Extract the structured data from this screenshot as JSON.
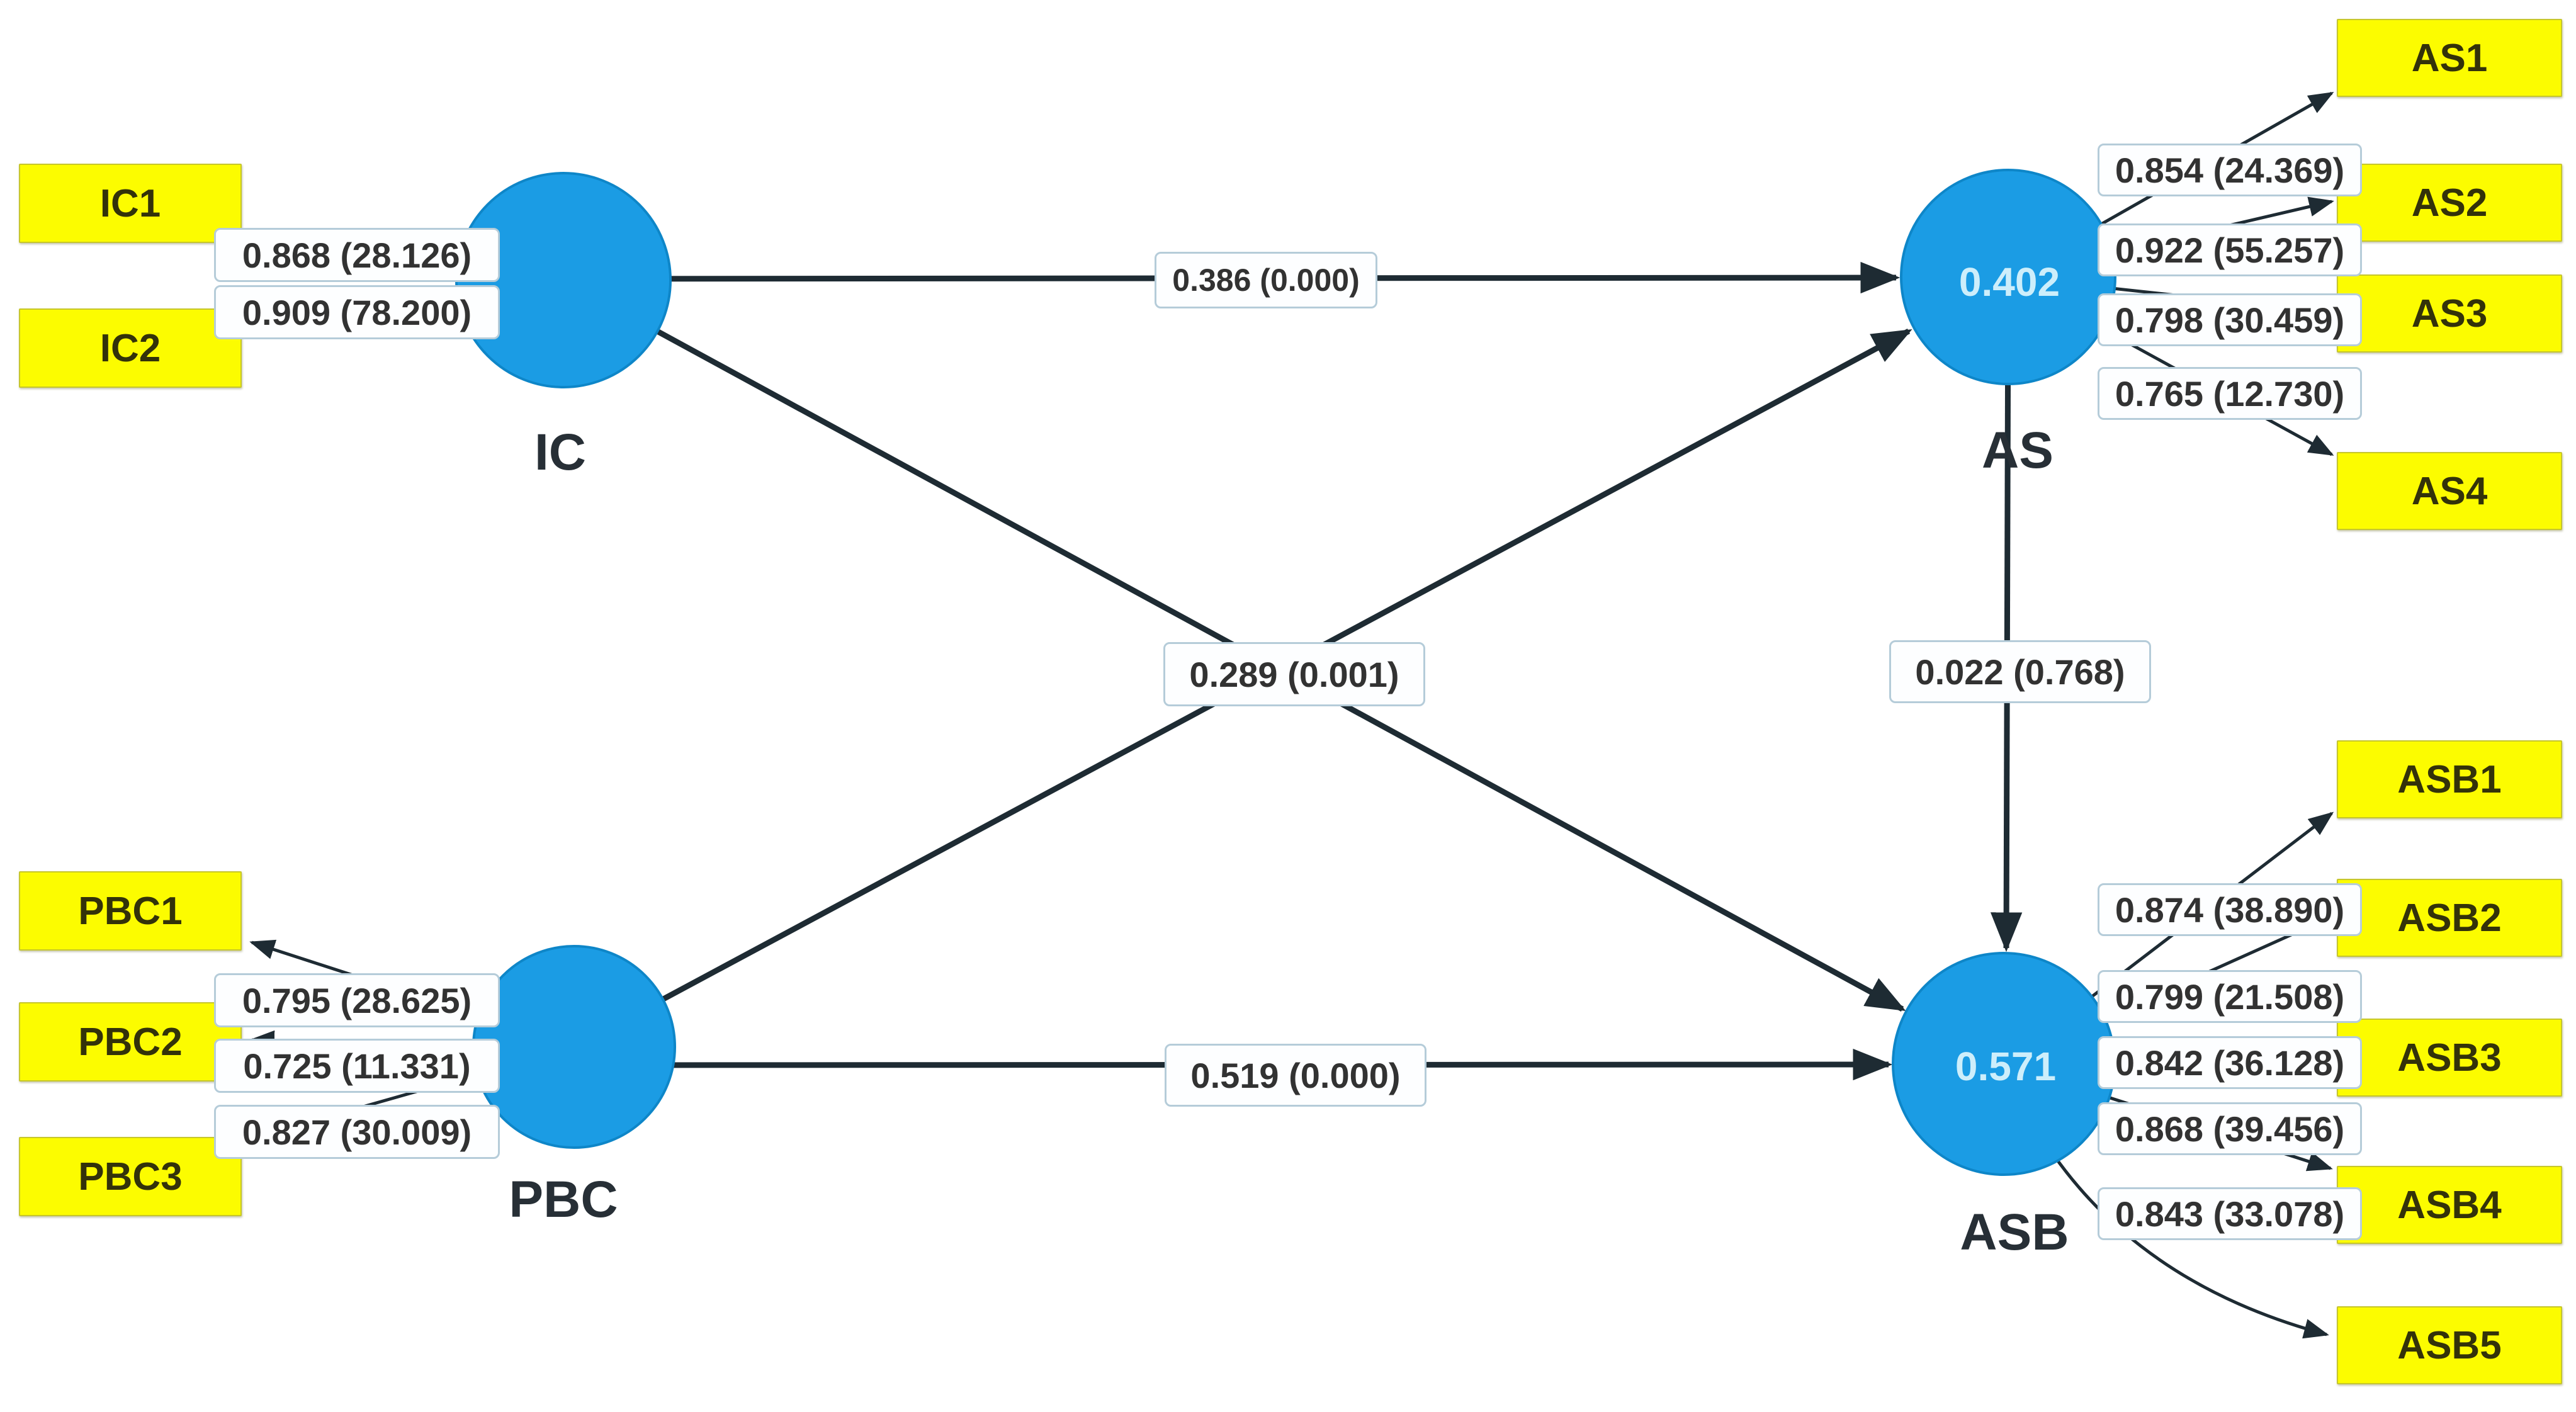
{
  "constructs": [
    {
      "id": "IC",
      "label": "IC",
      "r2": ""
    },
    {
      "id": "PBC",
      "label": "PBC",
      "r2": ""
    },
    {
      "id": "AS",
      "label": "AS",
      "r2": "0.402"
    },
    {
      "id": "ASB",
      "label": "ASB",
      "r2": "0.571"
    }
  ],
  "indicators": [
    {
      "construct": "IC",
      "label": "IC1",
      "loading": "0.868 (28.126)"
    },
    {
      "construct": "IC",
      "label": "IC2",
      "loading": "0.909 (78.200)"
    },
    {
      "construct": "PBC",
      "label": "PBC1",
      "loading": "0.795 (28.625)"
    },
    {
      "construct": "PBC",
      "label": "PBC2",
      "loading": "0.725 (11.331)"
    },
    {
      "construct": "PBC",
      "label": "PBC3",
      "loading": "0.827 (30.009)"
    },
    {
      "construct": "AS",
      "label": "AS1",
      "loading": "0.854 (24.369)"
    },
    {
      "construct": "AS",
      "label": "AS2",
      "loading": "0.922 (55.257)"
    },
    {
      "construct": "AS",
      "label": "AS3",
      "loading": "0.798 (30.459)"
    },
    {
      "construct": "AS",
      "label": "AS4",
      "loading": "0.765 (12.730)"
    },
    {
      "construct": "ASB",
      "label": "ASB1",
      "loading": "0.874 (38.890)"
    },
    {
      "construct": "ASB",
      "label": "ASB2",
      "loading": "0.799 (21.508)"
    },
    {
      "construct": "ASB",
      "label": "ASB3",
      "loading": "0.842 (36.128)"
    },
    {
      "construct": "ASB",
      "label": "ASB4",
      "loading": "0.868 (39.456)"
    },
    {
      "construct": "ASB",
      "label": "ASB5",
      "loading": "0.843 (33.078)"
    }
  ],
  "path_labels": {
    "ic_to_as": "0.386 (0.000)",
    "crossing_ic_asb_pbc_as": "0.289 (0.001)",
    "pbc_to_asb": "0.519 (0.000)",
    "as_to_asb": "0.022 (0.768)"
  },
  "colors": {
    "construct_fill": "#1b9ce4",
    "construct_r2_text": "#cdeefb",
    "indicator_fill": "#fcfc00",
    "indicator_text": "#33320a",
    "edge_line": "#1e2b33",
    "label_border": "#b5ccd9",
    "label_text": "#323232"
  }
}
